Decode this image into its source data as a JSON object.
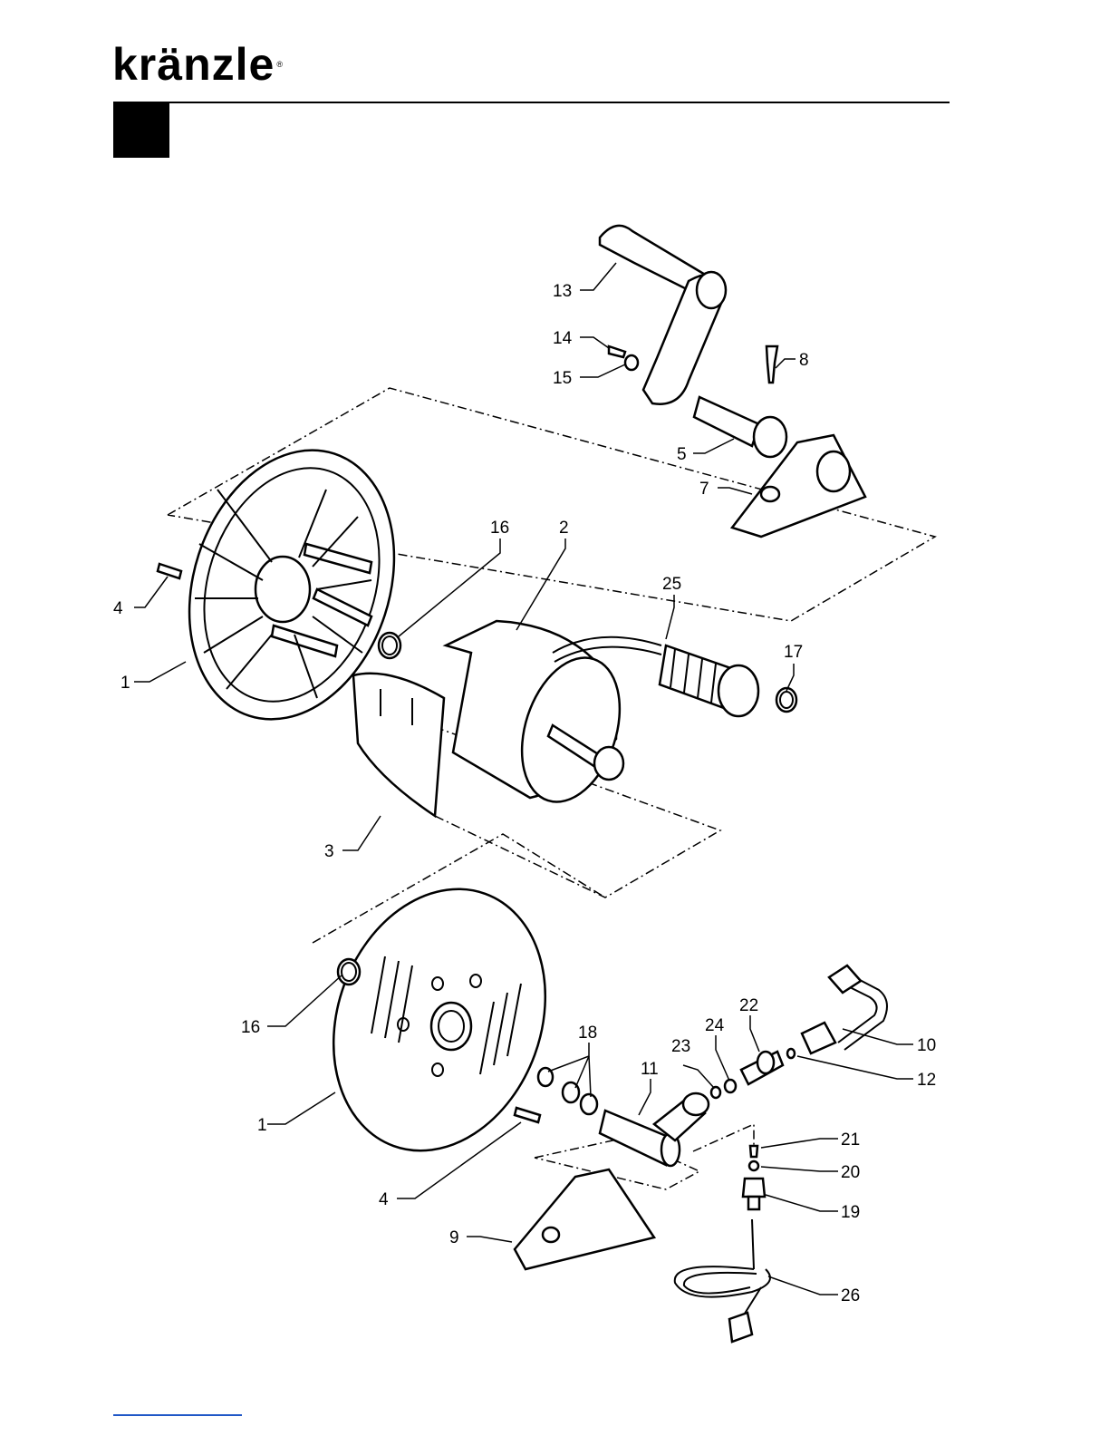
{
  "brand": {
    "name": "kränzle",
    "registered": "®"
  },
  "diagram": {
    "labels": [
      {
        "id": "13",
        "text": "13"
      },
      {
        "id": "14",
        "text": "14"
      },
      {
        "id": "15",
        "text": "15"
      },
      {
        "id": "8",
        "text": "8"
      },
      {
        "id": "5",
        "text": "5"
      },
      {
        "id": "7",
        "text": "7"
      },
      {
        "id": "16a",
        "text": "16"
      },
      {
        "id": "2",
        "text": "2"
      },
      {
        "id": "25",
        "text": "25"
      },
      {
        "id": "4a",
        "text": "4"
      },
      {
        "id": "17",
        "text": "17"
      },
      {
        "id": "1a",
        "text": "1"
      },
      {
        "id": "3",
        "text": "3"
      },
      {
        "id": "22",
        "text": "22"
      },
      {
        "id": "24",
        "text": "24"
      },
      {
        "id": "23",
        "text": "23"
      },
      {
        "id": "18",
        "text": "18"
      },
      {
        "id": "10",
        "text": "10"
      },
      {
        "id": "16b",
        "text": "16"
      },
      {
        "id": "11",
        "text": "11"
      },
      {
        "id": "12",
        "text": "12"
      },
      {
        "id": "1b",
        "text": "1"
      },
      {
        "id": "21",
        "text": "21"
      },
      {
        "id": "20",
        "text": "20"
      },
      {
        "id": "4b",
        "text": "4"
      },
      {
        "id": "19",
        "text": "19"
      },
      {
        "id": "9",
        "text": "9"
      },
      {
        "id": "26",
        "text": "26"
      }
    ]
  }
}
